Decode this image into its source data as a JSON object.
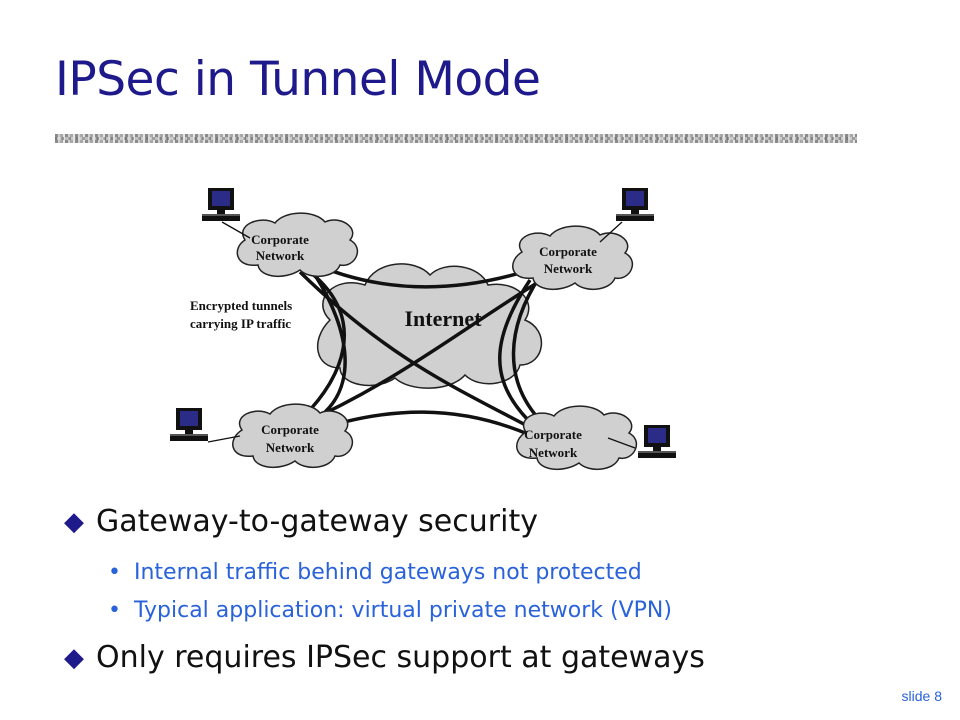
{
  "slide": {
    "title": "IPSec in Tunnel Mode",
    "number": "slide 8"
  },
  "diagram": {
    "internet_label": "Internet",
    "tunnel_label": [
      "Encrypted tunnels",
      "carrying IP traffic"
    ],
    "corporate_networks": [
      {
        "id": "top-left",
        "lines": [
          "Corporate",
          "Network"
        ]
      },
      {
        "id": "top-right",
        "lines": [
          "Corporate",
          "Network"
        ]
      },
      {
        "id": "bottom-left",
        "lines": [
          "Corporate",
          "Network"
        ]
      },
      {
        "id": "bottom-right",
        "lines": [
          "Corporate",
          "Network"
        ]
      }
    ],
    "icons": [
      "computer-icon",
      "computer-icon",
      "computer-icon",
      "computer-icon"
    ]
  },
  "bullets": [
    {
      "level": 1,
      "text": "Gateway-to-gateway security",
      "marker": "u"
    },
    {
      "level": 2,
      "text": "Internal traffic behind gateways not protected",
      "marker": "•"
    },
    {
      "level": 2,
      "text": "Typical application: virtual private network (VPN)",
      "marker": "•"
    },
    {
      "level": 1,
      "text": "Only requires IPSec support at gateways",
      "marker": "u"
    }
  ],
  "colors": {
    "title": "#1f1a8c",
    "sub_bullet": "#2962d9",
    "cloud_fill": "#d0d0d0"
  }
}
